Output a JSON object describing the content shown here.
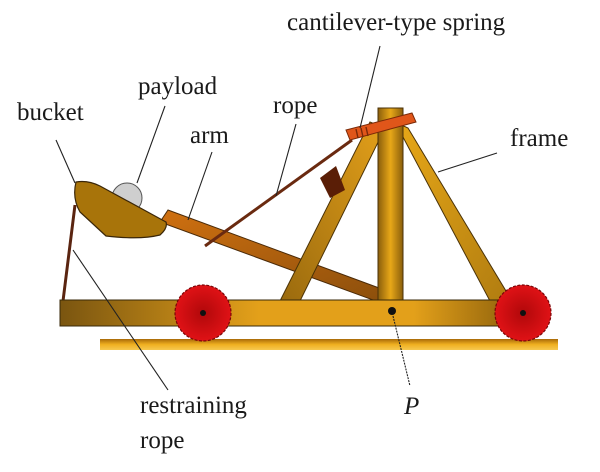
{
  "diagram": {
    "title": "Catapult (trebuchet-style) labeled diagram",
    "labels": {
      "spring": "cantilever-type spring",
      "payload": "payload",
      "bucket": "bucket",
      "rope": "rope",
      "arm": "arm",
      "frame": "frame",
      "restraining_rope_line1": "restraining",
      "restraining_rope_line2": "rope",
      "point_p": "P"
    },
    "colors": {
      "wood_light": "#e8a318",
      "wood_dark": "#7a5510",
      "arm": "#c96a10",
      "bucket": "#a8740a",
      "payload": "#cfcfcf",
      "spring": "#e0561a",
      "rope": "#6a2a10",
      "wheel": "#cc0d10",
      "outline": "#3a2a10"
    }
  }
}
